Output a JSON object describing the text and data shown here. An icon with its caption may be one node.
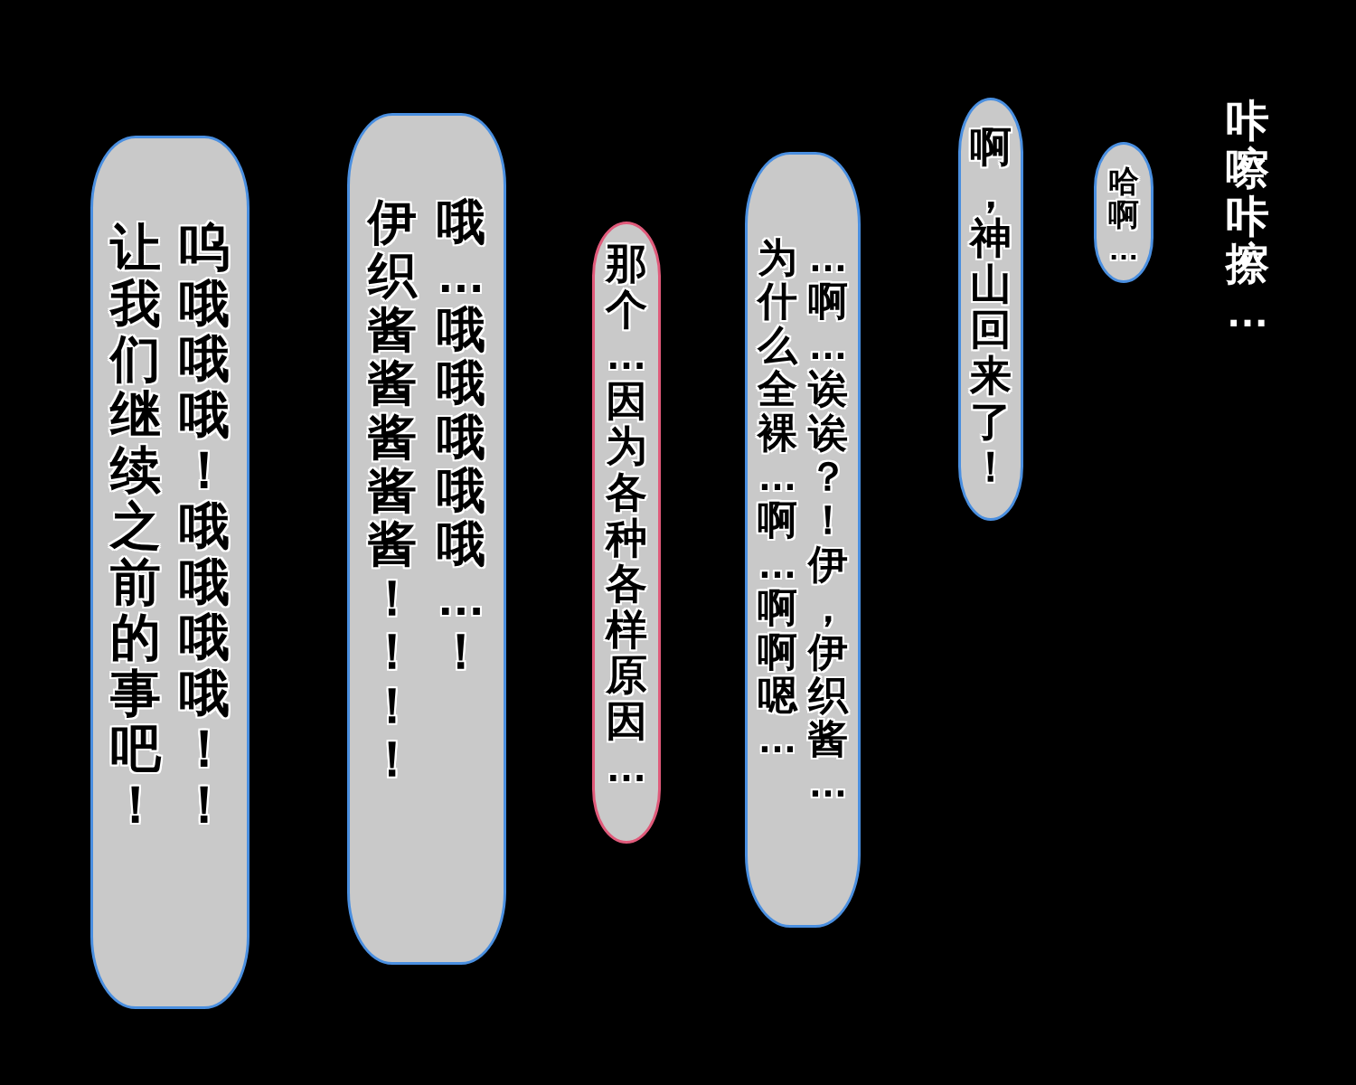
{
  "diagram": {
    "nodes": [
      {
        "text": [
          "哈啊…"
        ]
      },
      {
        "text": [
          "啊，神山回来了！"
        ]
      },
      {
        "text": [
          "…啊…诶诶？！伊，伊织酱…为什么全裸…啊…啊啊嗯…"
        ]
      },
      {
        "text": [
          "那个…因为各种各样原因…"
        ]
      },
      {
        "text": [
          "哦…哦哦哦哦哦…！伊织酱酱酱酱酱！！！！"
        ]
      },
      {
        "text": [
          "呜哦哦哦！哦哦哦哦！！让我们继续之前的事吧！"
        ]
      }
    ],
    "labels": [
      "咔嚓咔擦…"
    ]
  }
}
